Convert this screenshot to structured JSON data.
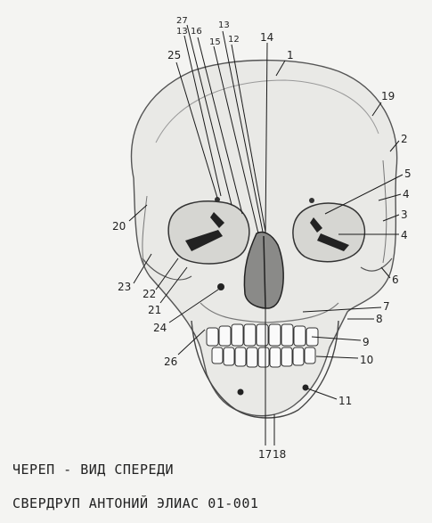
{
  "caption": {
    "title": "ЧЕРЕП - ВИД СПЕРЕДИ",
    "author": "СВЕРДРУП АНТОНИЙ ЭЛИАС 01-001"
  },
  "labels": {
    "l1": "1",
    "l2": "2",
    "l3": "3",
    "l4": "4",
    "l4b": "4",
    "l5": "5",
    "l6": "6",
    "l7": "7",
    "l8": "8",
    "l9": "9",
    "l10": "10",
    "l11": "11",
    "l12": "12",
    "l13": "13",
    "l13b": "13",
    "l14": "14",
    "l15": "15",
    "l16": "16",
    "l17": "17",
    "l18": "18",
    "l19": "19",
    "l20": "20",
    "l21": "21",
    "l22": "22",
    "l23": "23",
    "l24": "24",
    "l25": "25",
    "l26": "26",
    "l27": "27"
  }
}
